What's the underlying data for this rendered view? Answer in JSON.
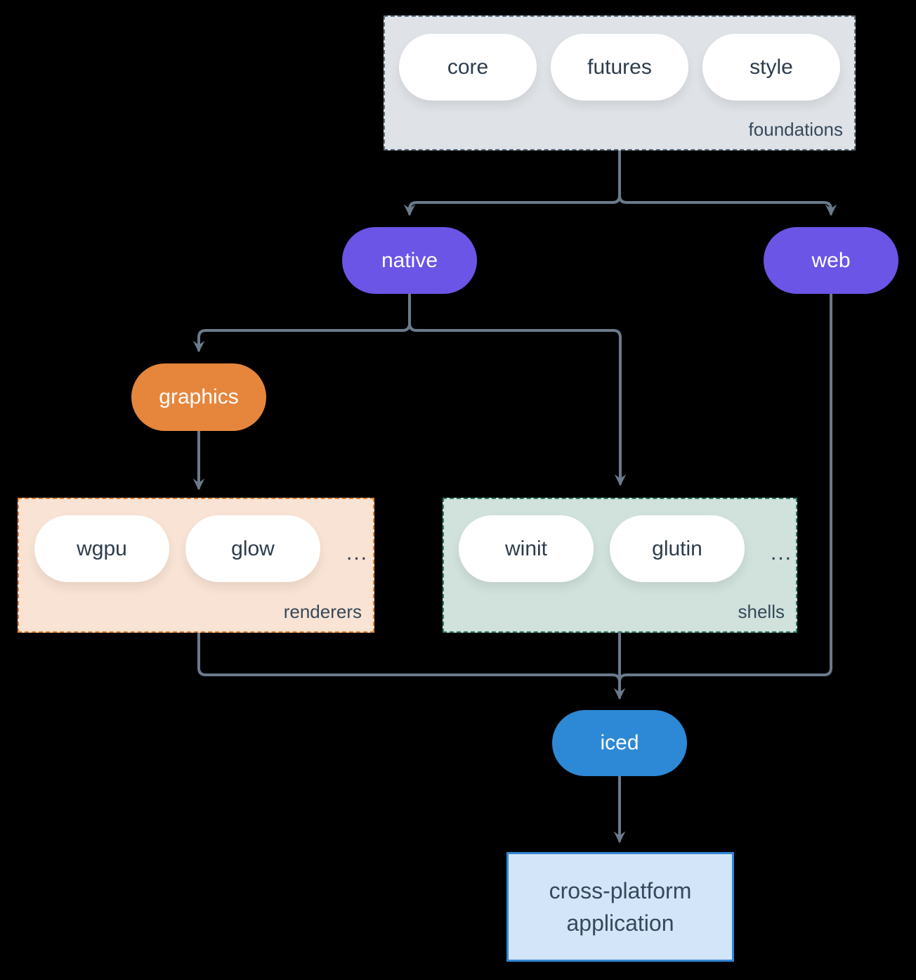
{
  "diagram": {
    "foundations": {
      "label": "foundations",
      "pills": [
        {
          "label": "core"
        },
        {
          "label": "futures"
        },
        {
          "label": "style"
        }
      ]
    },
    "native": {
      "label": "native"
    },
    "web": {
      "label": "web"
    },
    "graphics": {
      "label": "graphics"
    },
    "renderers": {
      "label": "renderers",
      "pills": [
        {
          "label": "wgpu"
        },
        {
          "label": "glow"
        }
      ],
      "ellipsis": "..."
    },
    "shells": {
      "label": "shells",
      "pills": [
        {
          "label": "winit"
        },
        {
          "label": "glutin"
        }
      ],
      "ellipsis": "..."
    },
    "iced": {
      "label": "iced"
    },
    "application": {
      "line1": "cross-platform",
      "line2": "application"
    }
  },
  "colors": {
    "background": "#000000",
    "connector": "#6b7a8c",
    "node_purple": "#6b55e6",
    "node_orange": "#e6863d",
    "node_blue": "#2d89d6",
    "foundations_fill": "#dfe3e7",
    "foundations_border": "#5d7082",
    "renderers_fill": "#f9e3d4",
    "renderers_border": "#e8812f",
    "shells_fill": "#d0e2db",
    "shells_border": "#2e7c6c",
    "application_fill": "#d3e5f8",
    "application_border": "#3186d6",
    "pill_fill": "#ffffff",
    "dark_text": "#2d3c4c",
    "label_text": "#36495a",
    "light_text": "#ffffff"
  }
}
